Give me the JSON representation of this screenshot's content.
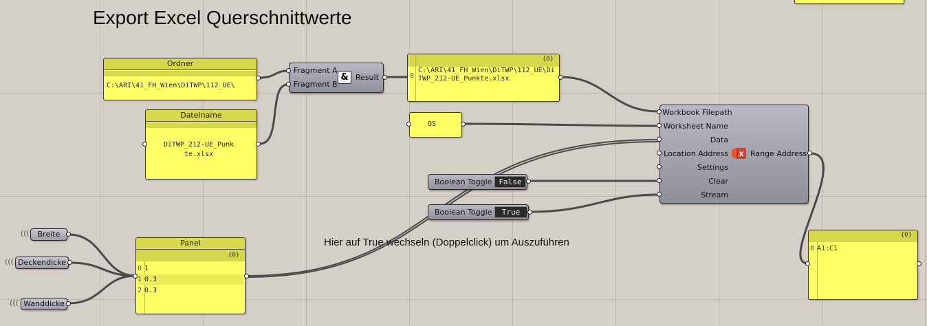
{
  "canvas": {
    "title": "Export Excel Querschnittwerte",
    "note": "Hier auf True wechseln (Doppelclick) um Auszuführen"
  },
  "ordner_panel": {
    "header": "Ordner",
    "value": "C:\\ARI\\41_FH_Wien\\DiTWP\\112_UE\\"
  },
  "dateiname_panel": {
    "header": "Dateiname",
    "value": "DiTWP_212-UE_Punkte.xlsx"
  },
  "concat": {
    "input_a": "Fragment A",
    "input_b": "Fragment B",
    "icon": "&",
    "output": "Result"
  },
  "path_panel": {
    "count": "{0}",
    "index": "0",
    "value": "C:\\ARI\\41_FH_Wien\\DiTWP\\112_UE\\DiTWP_212-UE_Punkte.xlsx"
  },
  "qs_panel": {
    "value": "QS"
  },
  "excel_writer": {
    "inputs": [
      "Workbook Filepath",
      "Worksheet Name",
      "Data",
      "Location Address",
      "Settings",
      "Clear",
      "Stream"
    ],
    "output": "Range Address",
    "icon": "excel-icon",
    "accent": "#e8542f"
  },
  "toggles": [
    {
      "label": "Boolean Toggle",
      "value": "False"
    },
    {
      "label": "Boolean Toggle",
      "value": "True"
    }
  ],
  "params": [
    {
      "label": "Breite"
    },
    {
      "label": "Deckendicke"
    },
    {
      "label": "Wanddicke"
    }
  ],
  "data_panel": {
    "header": "Panel",
    "count": "{0}",
    "rows": [
      {
        "index": "0",
        "value": "1"
      },
      {
        "index": "1",
        "value": "0.3"
      },
      {
        "index": "2",
        "value": "0.3"
      }
    ]
  },
  "result_panel": {
    "count": "{0}",
    "index": "0",
    "value": "A1:C1"
  }
}
